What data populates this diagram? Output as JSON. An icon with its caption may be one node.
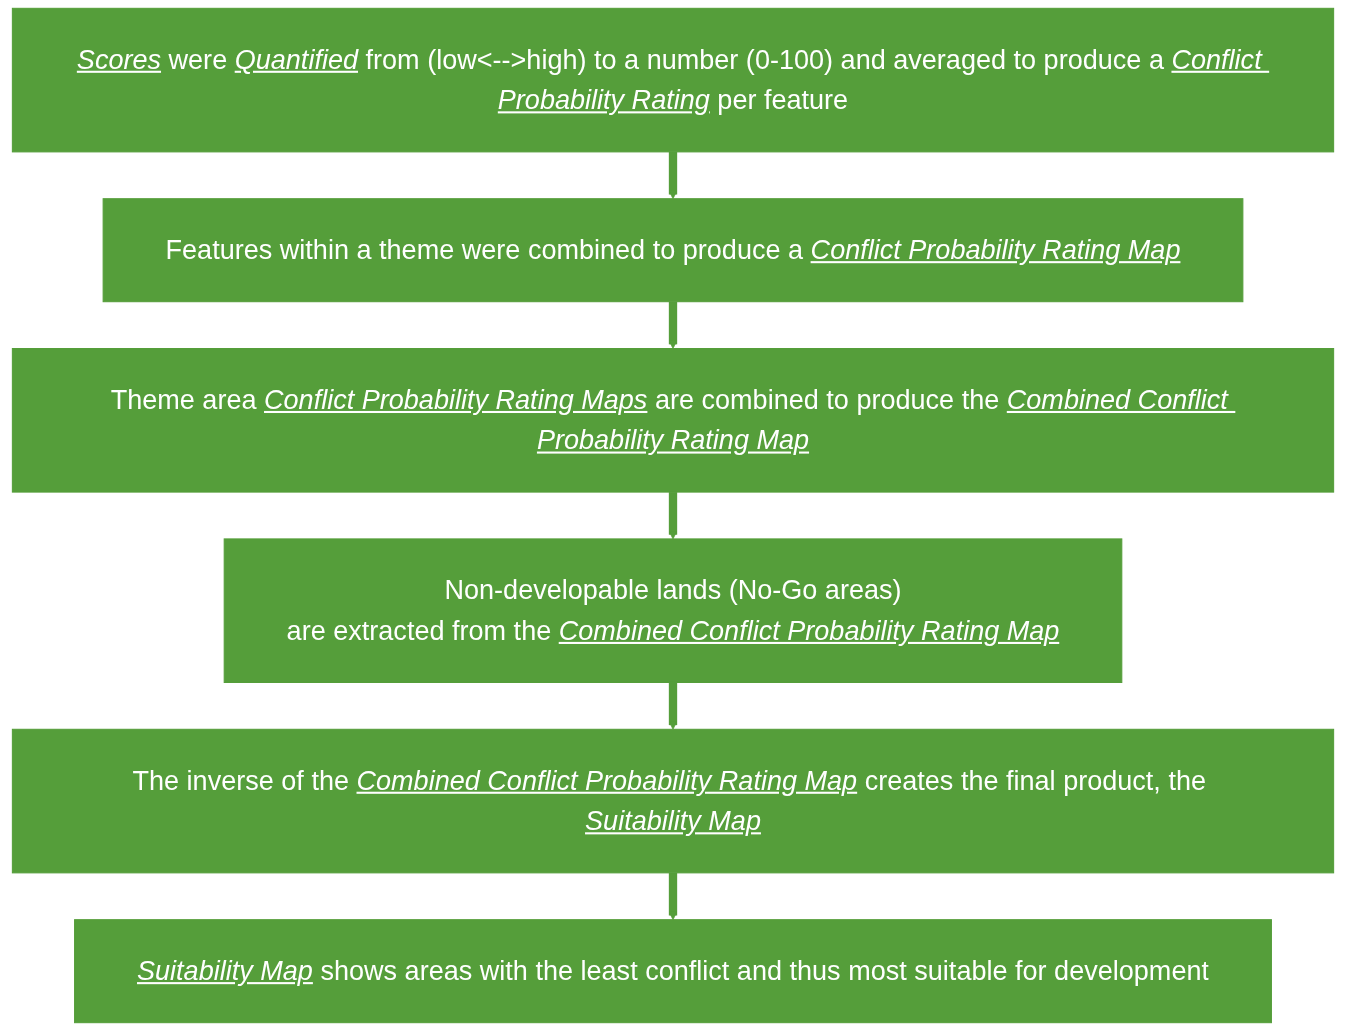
{
  "diagram": {
    "nodes": [
      {
        "text": [
          "*Scores* were *Quantified* from (low<-->high) to a number (0-100) and averaged to produce a *Conflict Probability Rating* per feature"
        ]
      },
      {
        "text": [
          "Features within a theme were combined to produce a *Conflict Probability Rating Map*"
        ]
      },
      {
        "text": [
          "Theme area *Conflict Probability Rating Maps* are combined to produce the *Combined Conflict Probability Rating Map*"
        ]
      },
      {
        "text": [
          "Non-developable lands (No-Go areas)",
          "are extracted from the *Combined Conflict Probability Rating Map*"
        ]
      },
      {
        "text": [
          "The inverse of the *Combined Conflict Probability Rating Map* creates the final product, the *Suitability Map*"
        ]
      },
      {
        "text": [
          "*Suitability Map* shows areas with the least conflict and thus most suitable for development"
        ]
      }
    ],
    "edges": [
      {
        "from": 0,
        "to": 1,
        "arrow": "to"
      },
      {
        "from": 1,
        "to": 2,
        "arrow": "to"
      },
      {
        "from": 2,
        "to": 3,
        "arrow": "to"
      },
      {
        "from": 3,
        "to": 4,
        "arrow": "to"
      },
      {
        "from": 4,
        "to": 5,
        "arrow": "to"
      }
    ]
  }
}
